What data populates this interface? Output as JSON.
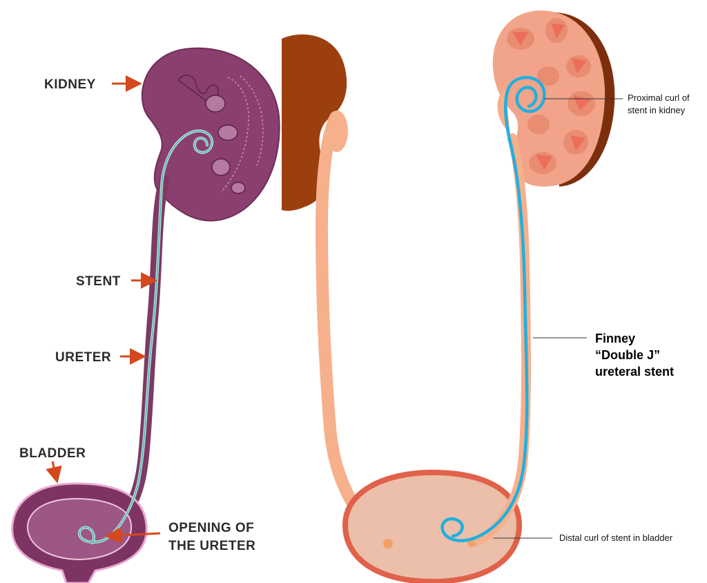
{
  "left_panel": {
    "labels": {
      "kidney": "KIDNEY",
      "stent": "STENT",
      "ureter": "URETER",
      "bladder": "BLADDER",
      "opening_line1": "OPENING OF",
      "opening_line2": "THE URETER"
    }
  },
  "right_panel": {
    "proximal": [
      "Proximal curl of",
      "stent in kidney"
    ],
    "stent_title": [
      "Finney",
      "“Double J”",
      "ureteral stent"
    ],
    "distal": "Distal curl of stent in bladder"
  },
  "colors": {
    "kidney_purple": "#8a3f6e",
    "stent_cyan": "#1fb0e0",
    "arrow": "#d4481e",
    "kidney_brown": "#9c3f0f",
    "ureter_peach": "#f7b08c",
    "bladder_fill": "#ebbfaa",
    "bladder_rim": "#e0624a",
    "kidney_pink": "#f1a48a"
  }
}
